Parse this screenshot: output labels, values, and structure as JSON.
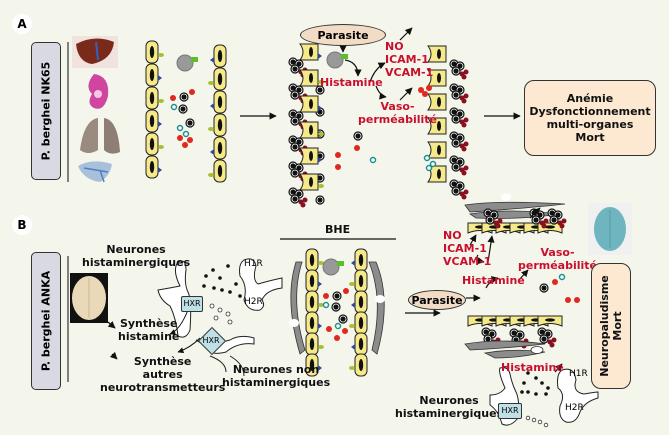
{
  "panels": {
    "a": {
      "letter": "A",
      "species": "P. berghei NK65",
      "organs": [
        "liver",
        "kidney",
        "lungs",
        "brain"
      ],
      "parasite": "Parasite",
      "histamine": "Histamine",
      "markers": [
        "NO",
        "ICAM-1",
        "VCAM-1"
      ],
      "vaso": [
        "Vaso-",
        "perméabilité"
      ],
      "outcome": [
        "Anémie",
        "Dysfonctionnement",
        "multi-organes",
        "Mort"
      ]
    },
    "b": {
      "letter": "B",
      "species": "P. berghei ANKA",
      "neurons_hist": [
        "Neurones",
        "histaminergiques"
      ],
      "synth_hist": [
        "Synthèse",
        "histamine"
      ],
      "synth_other": [
        "Synthèse",
        "autres",
        "neurotransmetteurs"
      ],
      "neurons_non": [
        "Neurones non",
        "histaminergiques"
      ],
      "bhe": "BHE",
      "parasite": "Parasite",
      "histamine": "Histamine",
      "histamine_bottom": "Histamine",
      "markers": [
        "NO",
        "ICAM-1",
        "VCAM-1"
      ],
      "vaso": [
        "Vaso-",
        "perméabilité"
      ],
      "outcome": [
        "Neuropaludisme",
        "Mort"
      ],
      "neurons_hist_bottom": [
        "Neurones",
        "histaminergiques"
      ],
      "receptors": {
        "hxr": "HXR",
        "h1r": "H1R",
        "h2r": "H2R"
      }
    }
  },
  "colors": {
    "background": "#f4f6ec",
    "endothelial_cell": "#f5e98a",
    "red_text": "#c8102e",
    "outcome_fill": "#fde9d1",
    "species_fill": "#d9d9e3",
    "receptor_fill": "#bfe0e6",
    "astrocyte": "#8c8c8c",
    "rbc": "#e0281f",
    "leukocyte": "#1a1a1a",
    "platelet": "#1d8f8f"
  }
}
